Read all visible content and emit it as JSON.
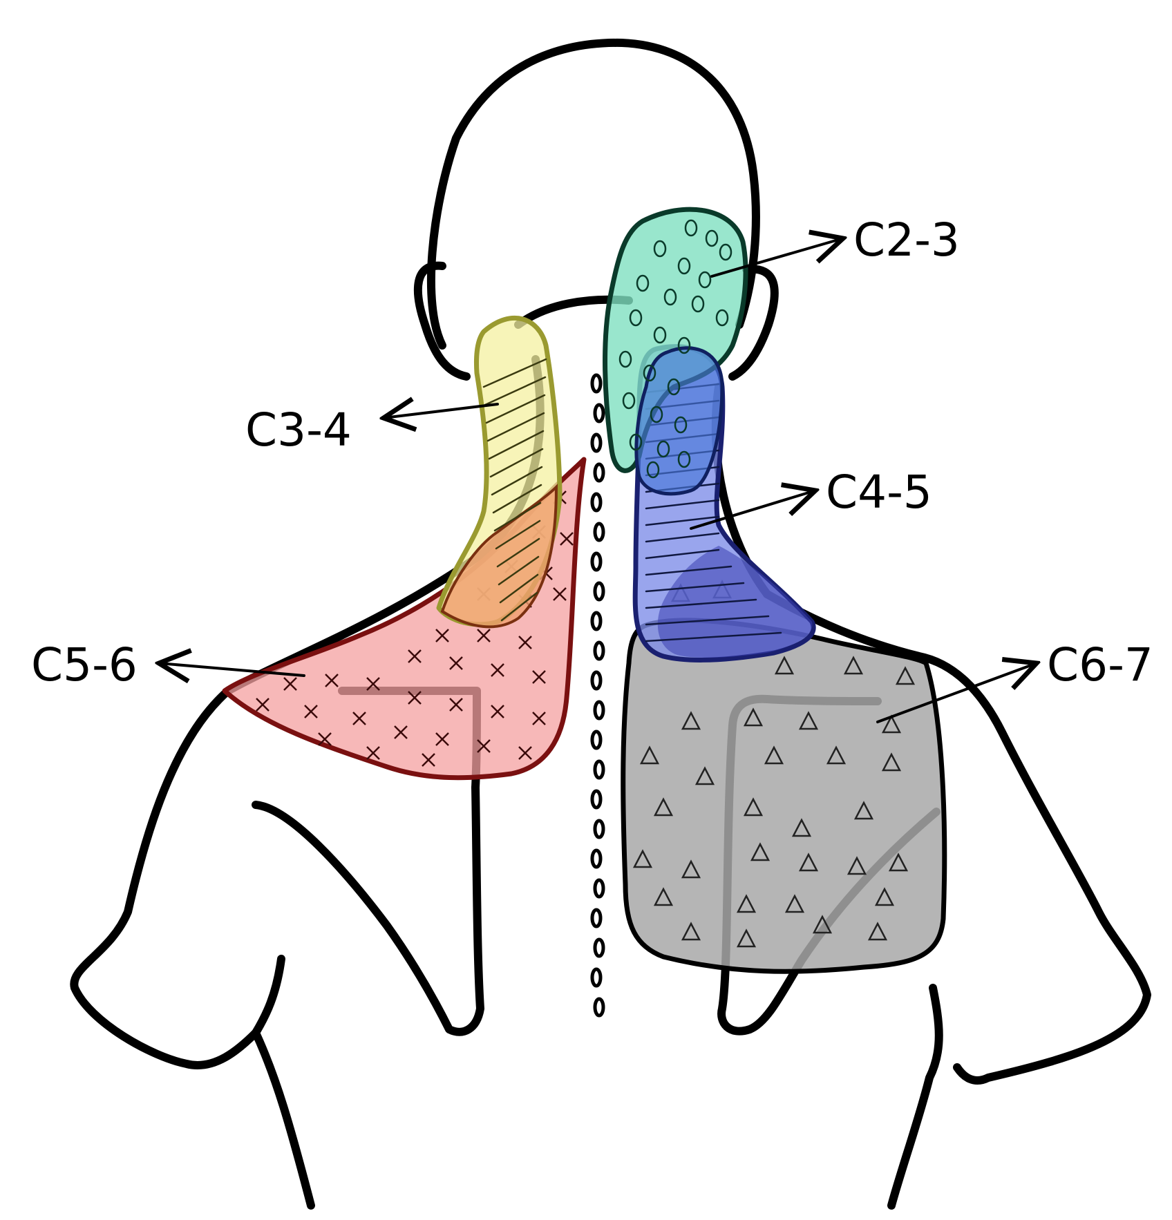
{
  "labels": {
    "c23": "C2-3",
    "c34": "C3-4",
    "c45": "C4-5",
    "c56": "C5-6",
    "c67": "C6-7"
  },
  "colors": {
    "c23": "#7fe0c0",
    "c34": "#f4f0a0",
    "c45": "#7f8fe8",
    "c56": "#f4a0a0",
    "c67": "#a8a8a8",
    "overlap": "#f0a070",
    "outline": "#000000"
  }
}
